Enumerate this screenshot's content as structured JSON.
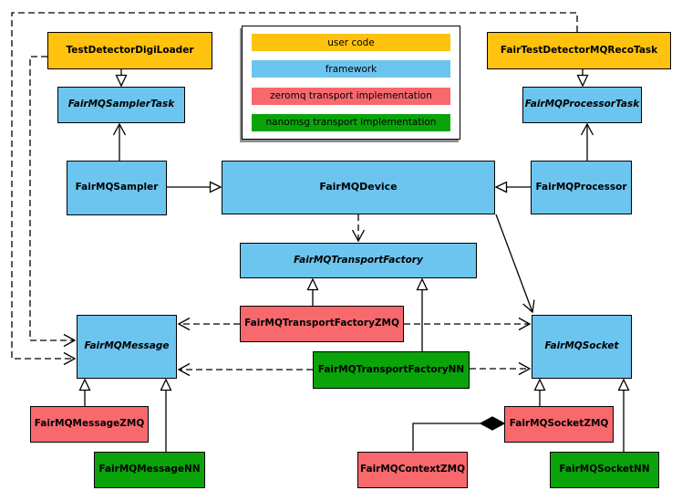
{
  "diagram": {
    "kind": "uml-class-diagram",
    "subject": "FairMQ framework classes and transport implementations",
    "legend": {
      "items": [
        {
          "label": "user code",
          "color": "#FFC20E"
        },
        {
          "label": "framework",
          "color": "#6CC5EF"
        },
        {
          "label": "zeromq transport implementation",
          "color": "#F8696E"
        },
        {
          "label": "nanomsg transport implementation",
          "color": "#0AA40A"
        }
      ]
    },
    "nodes": {
      "digi_loader": {
        "label": "TestDetectorDigiLoader",
        "category": "user code",
        "abstract": false
      },
      "reco_task": {
        "label": "FairTestDetectorMQRecoTask",
        "category": "user code",
        "abstract": false
      },
      "sampler_task": {
        "label": "FairMQSamplerTask",
        "category": "framework",
        "abstract": true
      },
      "processor_task": {
        "label": "FairMQProcessorTask",
        "category": "framework",
        "abstract": true
      },
      "sampler": {
        "label": "FairMQSampler",
        "category": "framework",
        "abstract": false
      },
      "device": {
        "label": "FairMQDevice",
        "category": "framework",
        "abstract": false
      },
      "processor": {
        "label": "FairMQProcessor",
        "category": "framework",
        "abstract": false
      },
      "transport_factory": {
        "label": "FairMQTransportFactory",
        "category": "framework",
        "abstract": true
      },
      "transport_factory_zmq": {
        "label": "FairMQTransportFactoryZMQ",
        "category": "zeromq transport implementation",
        "abstract": false
      },
      "transport_factory_nn": {
        "label": "FairMQTransportFactoryNN",
        "category": "nanomsg transport implementation",
        "abstract": false
      },
      "message": {
        "label": "FairMQMessage",
        "category": "framework",
        "abstract": true
      },
      "socket": {
        "label": "FairMQSocket",
        "category": "framework",
        "abstract": true
      },
      "message_zmq": {
        "label": "FairMQMessageZMQ",
        "category": "zeromq transport implementation",
        "abstract": false
      },
      "message_nn": {
        "label": "FairMQMessageNN",
        "category": "nanomsg transport implementation",
        "abstract": false
      },
      "socket_zmq": {
        "label": "FairMQSocketZMQ",
        "category": "zeromq transport implementation",
        "abstract": false
      },
      "context_zmq": {
        "label": "FairMQContextZMQ",
        "category": "zeromq transport implementation",
        "abstract": false
      },
      "socket_nn": {
        "label": "FairMQSocketNN",
        "category": "nanomsg transport implementation",
        "abstract": false
      }
    },
    "edges": [
      {
        "from": "TestDetectorDigiLoader",
        "to": "FairMQSamplerTask",
        "type": "inheritance"
      },
      {
        "from": "FairTestDetectorMQRecoTask",
        "to": "FairMQProcessorTask",
        "type": "inheritance"
      },
      {
        "from": "FairMQSampler",
        "to": "FairMQDevice",
        "type": "inheritance"
      },
      {
        "from": "FairMQProcessor",
        "to": "FairMQDevice",
        "type": "inheritance"
      },
      {
        "from": "FairMQSampler",
        "to": "FairMQSamplerTask",
        "type": "association"
      },
      {
        "from": "FairMQProcessor",
        "to": "FairMQProcessorTask",
        "type": "association"
      },
      {
        "from": "FairMQDevice",
        "to": "FairMQTransportFactory",
        "type": "dependency"
      },
      {
        "from": "FairMQDevice",
        "to": "FairMQSocket",
        "type": "association"
      },
      {
        "from": "FairMQTransportFactoryZMQ",
        "to": "FairMQTransportFactory",
        "type": "inheritance"
      },
      {
        "from": "FairMQTransportFactoryNN",
        "to": "FairMQTransportFactory",
        "type": "inheritance"
      },
      {
        "from": "FairMQTransportFactoryZMQ",
        "to": "FairMQMessage",
        "type": "dependency"
      },
      {
        "from": "FairMQTransportFactoryZMQ",
        "to": "FairMQSocket",
        "type": "dependency"
      },
      {
        "from": "FairMQTransportFactoryNN",
        "to": "FairMQMessage",
        "type": "dependency"
      },
      {
        "from": "FairMQTransportFactoryNN",
        "to": "FairMQSocket",
        "type": "dependency"
      },
      {
        "from": "TestDetectorDigiLoader",
        "to": "FairMQMessage",
        "type": "dependency"
      },
      {
        "from": "FairTestDetectorMQRecoTask",
        "to": "FairMQMessage",
        "type": "dependency"
      },
      {
        "from": "FairMQMessageZMQ",
        "to": "FairMQMessage",
        "type": "inheritance"
      },
      {
        "from": "FairMQMessageNN",
        "to": "FairMQMessage",
        "type": "inheritance"
      },
      {
        "from": "FairMQSocketZMQ",
        "to": "FairMQSocket",
        "type": "inheritance"
      },
      {
        "from": "FairMQSocketNN",
        "to": "FairMQSocket",
        "type": "inheritance"
      },
      {
        "from": "FairMQSocketZMQ",
        "to": "FairMQContextZMQ",
        "type": "composition"
      }
    ]
  }
}
